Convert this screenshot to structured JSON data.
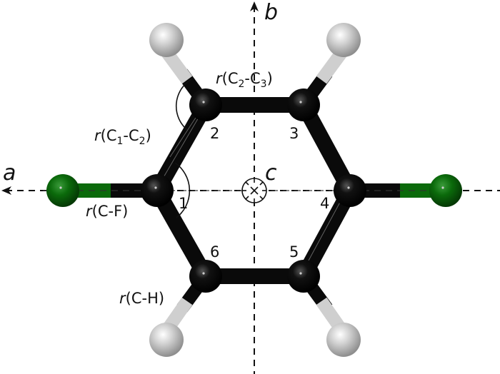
{
  "diagram": {
    "subject": "1,4-difluorobenzene molecular structure with principal axes",
    "axes": {
      "a": "a",
      "b": "b",
      "c": "c"
    },
    "atom_numbers": [
      "1",
      "2",
      "3",
      "4",
      "5",
      "6"
    ],
    "labels": {
      "r_prefix": "r",
      "c2c3": "(C",
      "c2c3_sub1": "2",
      "c2c3_mid": "-C",
      "c2c3_sub2": "3",
      "c2c3_end": ")",
      "c1c2": "(C",
      "c1c2_sub1": "1",
      "c1c2_mid": "-C",
      "c1c2_sub2": "2",
      "c1c2_end": ")",
      "cf": "(C-F)",
      "ch": "(C-H)"
    },
    "colors": {
      "carbon": "#0a0a0a",
      "fluorine": "#0a6b0a",
      "hydrogen": "#c8c8c8",
      "axis": "#111111"
    }
  }
}
